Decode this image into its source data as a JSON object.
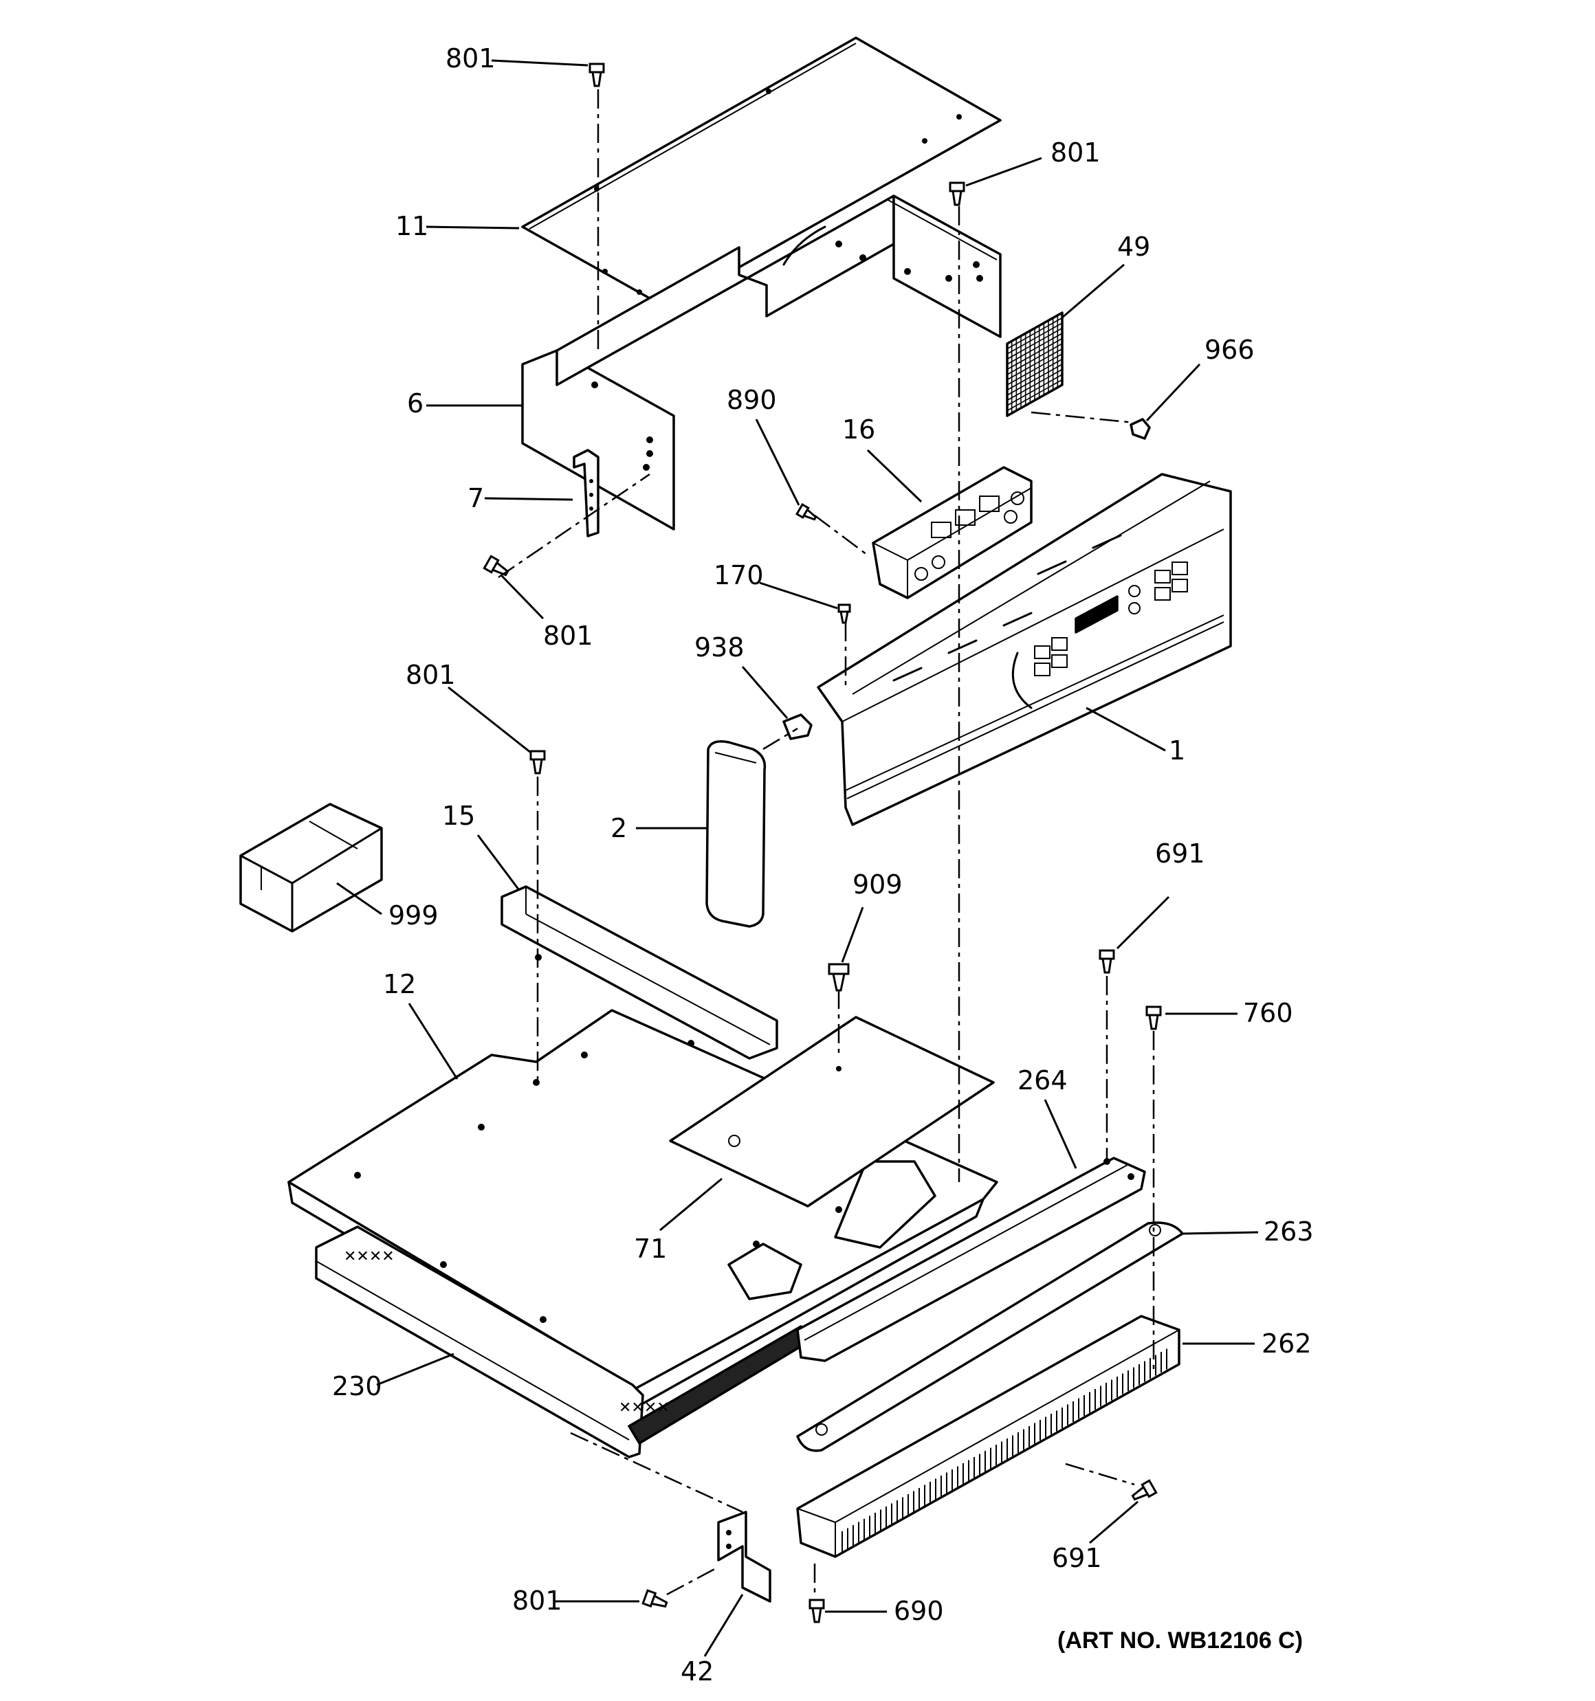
{
  "diagram": {
    "art_number": "(ART NO. WB12106 C)",
    "callouts": [
      {
        "id": "c801a",
        "text": "801"
      },
      {
        "id": "c11",
        "text": "11"
      },
      {
        "id": "c801b",
        "text": "801"
      },
      {
        "id": "c49",
        "text": "49"
      },
      {
        "id": "c966",
        "text": "966"
      },
      {
        "id": "c6",
        "text": "6"
      },
      {
        "id": "c890",
        "text": "890"
      },
      {
        "id": "c16",
        "text": "16"
      },
      {
        "id": "c7",
        "text": "7"
      },
      {
        "id": "c170",
        "text": "170"
      },
      {
        "id": "c801c",
        "text": "801"
      },
      {
        "id": "c801d",
        "text": "801"
      },
      {
        "id": "c938",
        "text": "938"
      },
      {
        "id": "c1",
        "text": "1"
      },
      {
        "id": "c15",
        "text": "15"
      },
      {
        "id": "c2",
        "text": "2"
      },
      {
        "id": "c999",
        "text": "999"
      },
      {
        "id": "c691a",
        "text": "691"
      },
      {
        "id": "c909",
        "text": "909"
      },
      {
        "id": "c12",
        "text": "12"
      },
      {
        "id": "c760",
        "text": "760"
      },
      {
        "id": "c264",
        "text": "264"
      },
      {
        "id": "c263",
        "text": "263"
      },
      {
        "id": "c71",
        "text": "71"
      },
      {
        "id": "c262",
        "text": "262"
      },
      {
        "id": "c230",
        "text": "230"
      },
      {
        "id": "c691b",
        "text": "691"
      },
      {
        "id": "c801e",
        "text": "801"
      },
      {
        "id": "c690",
        "text": "690"
      },
      {
        "id": "c42",
        "text": "42"
      }
    ]
  }
}
